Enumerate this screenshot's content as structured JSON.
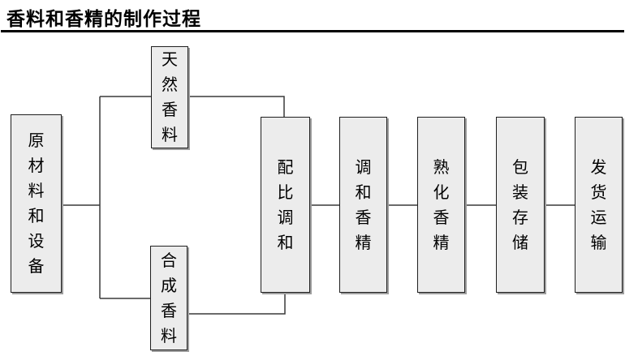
{
  "page": {
    "title": "香料和香精的制作过程"
  },
  "flowchart": {
    "nodes": [
      {
        "id": "raw-materials-equipment",
        "label": "原材料和设备"
      },
      {
        "id": "natural-fragrance",
        "label": "天然香料"
      },
      {
        "id": "synthetic-fragrance",
        "label": "合成香料"
      },
      {
        "id": "proportion-blending",
        "label": "配比调和"
      },
      {
        "id": "blended-essence",
        "label": "调和香精"
      },
      {
        "id": "matured-essence",
        "label": "熟化香精"
      },
      {
        "id": "packaging-storage",
        "label": "包装存储"
      },
      {
        "id": "shipping-transport",
        "label": "发货运输"
      }
    ],
    "edges": [
      {
        "from": "raw-materials-equipment",
        "to": "natural-fragrance"
      },
      {
        "from": "raw-materials-equipment",
        "to": "synthetic-fragrance"
      },
      {
        "from": "natural-fragrance",
        "to": "proportion-blending"
      },
      {
        "from": "synthetic-fragrance",
        "to": "proportion-blending"
      },
      {
        "from": "proportion-blending",
        "to": "blended-essence"
      },
      {
        "from": "blended-essence",
        "to": "matured-essence"
      },
      {
        "from": "matured-essence",
        "to": "packaging-storage"
      },
      {
        "from": "packaging-storage",
        "to": "shipping-transport"
      }
    ],
    "colors": {
      "background": "#ffffff",
      "node_fill": "#ececec",
      "node_border": "#1f1f1f",
      "connector": "#3a3a3a",
      "arrowhead": "#000000",
      "text": "#000000"
    }
  }
}
